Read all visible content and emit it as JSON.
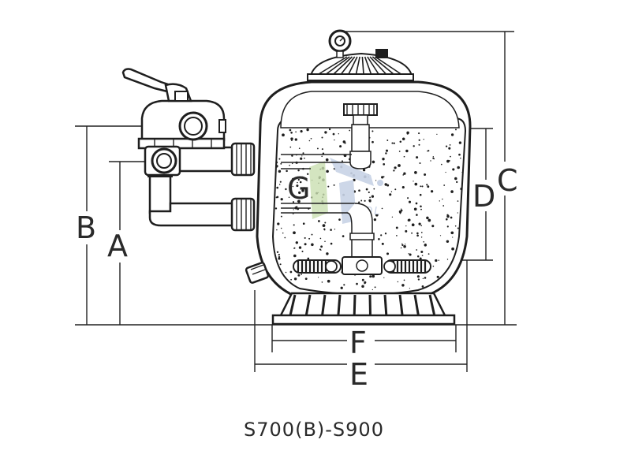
{
  "diagram": {
    "model_caption": "S700(B)-S900",
    "dimension_labels": {
      "a": "A",
      "b": "B",
      "c": "C",
      "d": "D",
      "e": "E",
      "f": "F",
      "g": "G"
    },
    "watermark": {
      "logo_text": "POOL",
      "color": "#c8d3e6",
      "accent": "#c9dfb0"
    },
    "colors": {
      "line": "#222222",
      "background": "#ffffff"
    }
  }
}
